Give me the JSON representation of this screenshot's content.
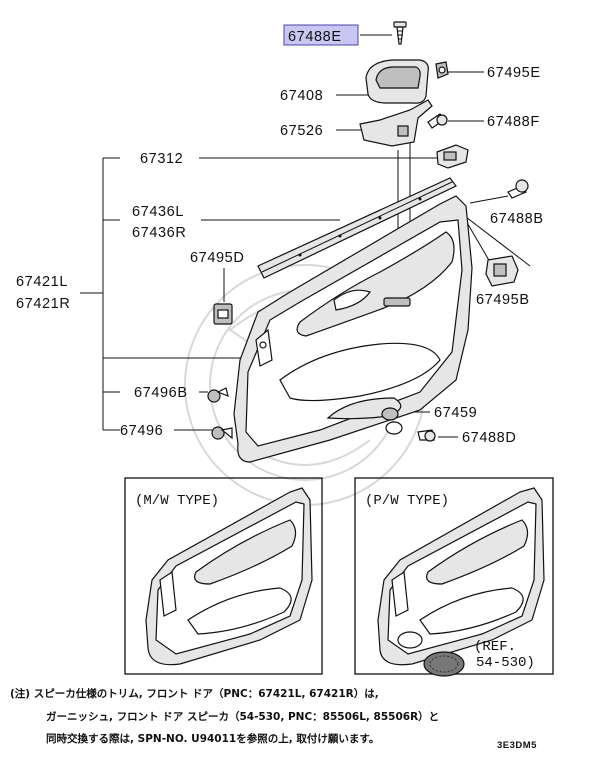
{
  "labels": {
    "p67488E": "67488E",
    "p67495E": "67495E",
    "p67408": "67408",
    "p67526": "67526",
    "p67488F": "67488F",
    "p67312": "67312",
    "p67436L": "67436L",
    "p67436R": "67436R",
    "p67488B": "67488B",
    "p67495D": "67495D",
    "p67495B": "67495B",
    "p67421L": "67421L",
    "p67421R": "67421R",
    "p67496B": "67496B",
    "p67459": "67459",
    "p67488D": "67488D",
    "p67496": "67496"
  },
  "insets": {
    "mw_type": "(M/W  TYPE)",
    "pw_type": "(P/W  TYPE)",
    "ref_line1": "(REF.",
    "ref_line2": "54-530)"
  },
  "note": {
    "line1": "(注) スピーカ仕様のトリム, フロント ドア（PNC：67421L, 67421R）は,",
    "line2": "ガーニッシュ, フロント ドア スピーカ（54-530, PNC：85506L, 85506R）と",
    "line3": "同時交換する際は, SPN-NO. U94011を参照の上, 取付け願います。"
  },
  "diagram_code": "3E3DM5",
  "colors": {
    "highlight_fill": "#c9c6f2",
    "highlight_stroke": "#4a46a8"
  }
}
